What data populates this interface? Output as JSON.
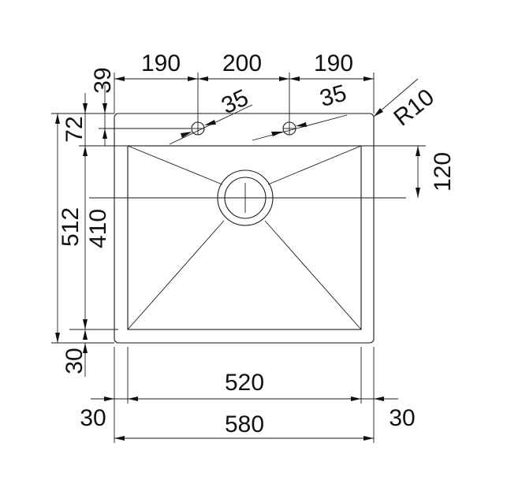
{
  "dimensions": {
    "top_left_spacing": "190",
    "top_center_spacing": "200",
    "top_right_spacing": "190",
    "tap_hole_left": "35",
    "tap_hole_right": "35",
    "corner_radius": "R10",
    "top_offset": "39",
    "tap_hole_row": "72",
    "overall_depth": "512",
    "bowl_depth": "410",
    "drain_offset": "120",
    "bottom_offset": "30",
    "bowl_width": "520",
    "overall_width": "580",
    "left_margin": "30",
    "right_margin": "30"
  },
  "colors": {
    "line": "#1a1a1a",
    "background": "#ffffff"
  }
}
